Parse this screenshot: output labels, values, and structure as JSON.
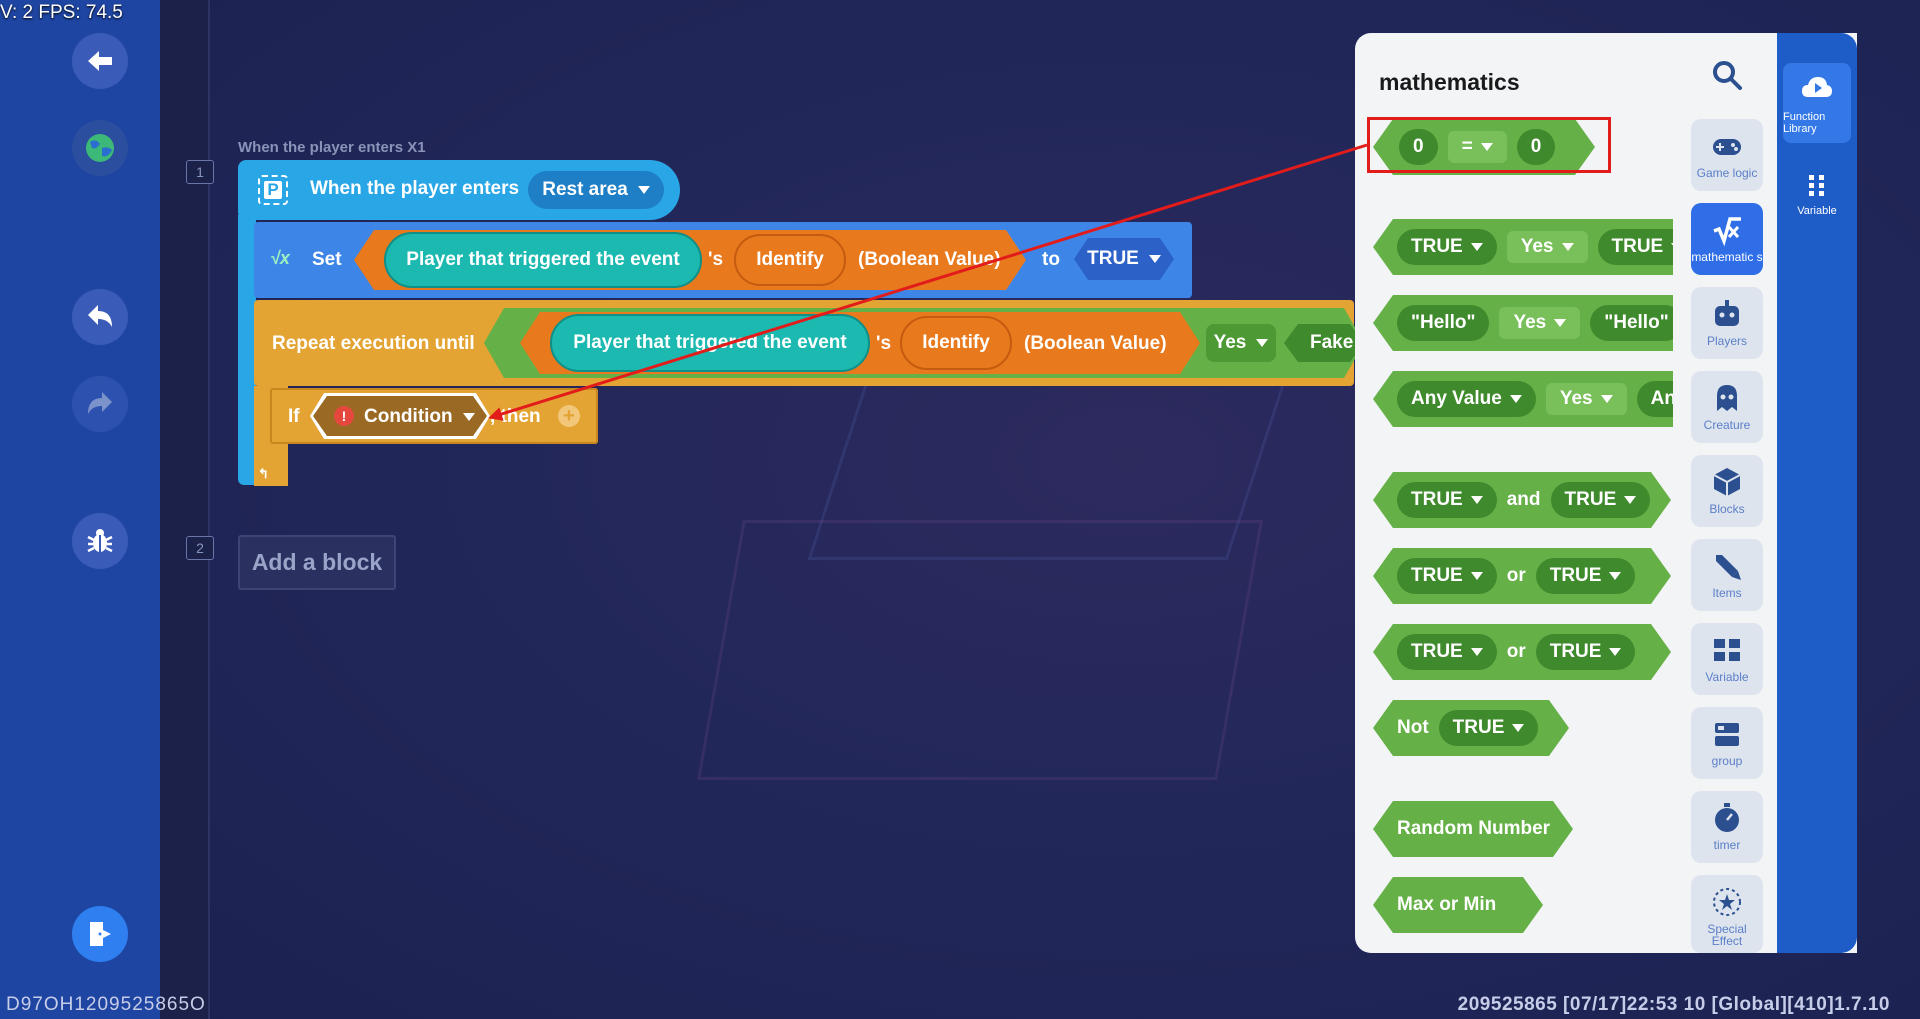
{
  "status": {
    "fps": "V: 2 FPS: 74.5"
  },
  "footer": {
    "left": "D97OH1209525865O",
    "right": "209525865   [07/17]22:53 10  [Global][410]1.7.10"
  },
  "sidebar": {
    "back_icon": "back-arrow-icon",
    "map_icon": "globe-map-icon",
    "undo_icon": "undo-icon",
    "redo_icon": "redo-icon",
    "debug_icon": "bug-icon",
    "exit_icon": "exit-door-icon"
  },
  "editor": {
    "line1": "1",
    "line2": "2",
    "caption": "When the player enters X1",
    "event": {
      "label": "When the player enters",
      "area": "Rest area"
    },
    "set": {
      "label": "Set",
      "player": "Player that triggered the event",
      "possessive": "'s",
      "identify": "Identify",
      "type": "(Boolean Value)",
      "to": "to",
      "value": "TRUE"
    },
    "repeat": {
      "label": "Repeat execution until",
      "player": "Player that triggered the event",
      "possessive": "'s",
      "identify": "Identify",
      "type": "(Boolean Value)",
      "op": "Yes",
      "value": "Fake"
    },
    "if_block": {
      "if": "If",
      "condition": "Condition",
      "then": ", then"
    },
    "add_block": "Add a block"
  },
  "panel": {
    "title": "mathematics",
    "blocks": {
      "compare": {
        "a": "0",
        "op": "=",
        "b": "0"
      },
      "eq_bool": {
        "a": "TRUE",
        "op": "Yes",
        "b": "TRUE"
      },
      "eq_str": {
        "a": "\"Hello\"",
        "op": "Yes",
        "b": "\"Hello\""
      },
      "eq_any": {
        "a": "Any Value",
        "op": "Yes",
        "b": "Any"
      },
      "and": {
        "a": "TRUE",
        "op": "and",
        "b": "TRUE"
      },
      "or1": {
        "a": "TRUE",
        "op": "or",
        "b": "TRUE"
      },
      "or2": {
        "a": "TRUE",
        "op": "or",
        "b": "TRUE"
      },
      "not": {
        "op": "Not",
        "a": "TRUE"
      },
      "random": "Random Number",
      "maxmin": "Max or Min"
    },
    "categories": [
      {
        "label": "Game logic"
      },
      {
        "label": "mathematic s"
      },
      {
        "label": "Players"
      },
      {
        "label": "Creature"
      },
      {
        "label": "Blocks"
      },
      {
        "label": "Items"
      },
      {
        "label": "Variable"
      },
      {
        "label": "group"
      },
      {
        "label": "timer"
      },
      {
        "label": "Special Effect"
      }
    ],
    "strip": {
      "function_library": "Function Library",
      "variable": "Variable"
    }
  },
  "colors": {
    "event_blue": "#29a6e6",
    "set_blue": "#3d86e8",
    "control_orange": "#e3a434",
    "player_teal": "#1bb9b0",
    "logic_green": "#66b048",
    "highlight_red": "#e21b1b"
  }
}
